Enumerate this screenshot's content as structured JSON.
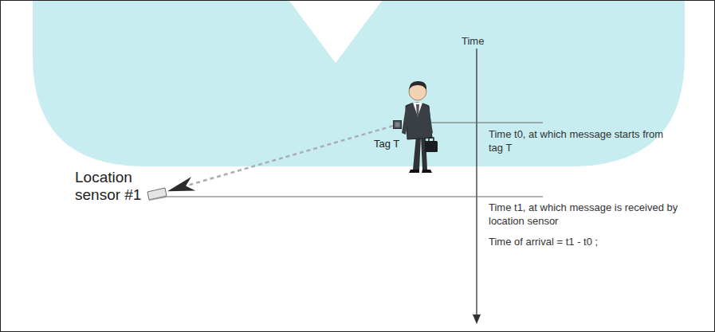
{
  "diagram": {
    "nodes": [
      {
        "text": [
          "Tag T"
        ]
      },
      {
        "text": [
          "Location sensor #1"
        ]
      }
    ],
    "edges": [
      {
        "from": 0,
        "to": 1,
        "arrow": "to"
      }
    ],
    "labels": [
      "Time",
      "Time t0, at which message starts from tag T",
      "Time t1, at which message is received by location sensor",
      "Time of arrival = t1 - t0 ;"
    ]
  }
}
